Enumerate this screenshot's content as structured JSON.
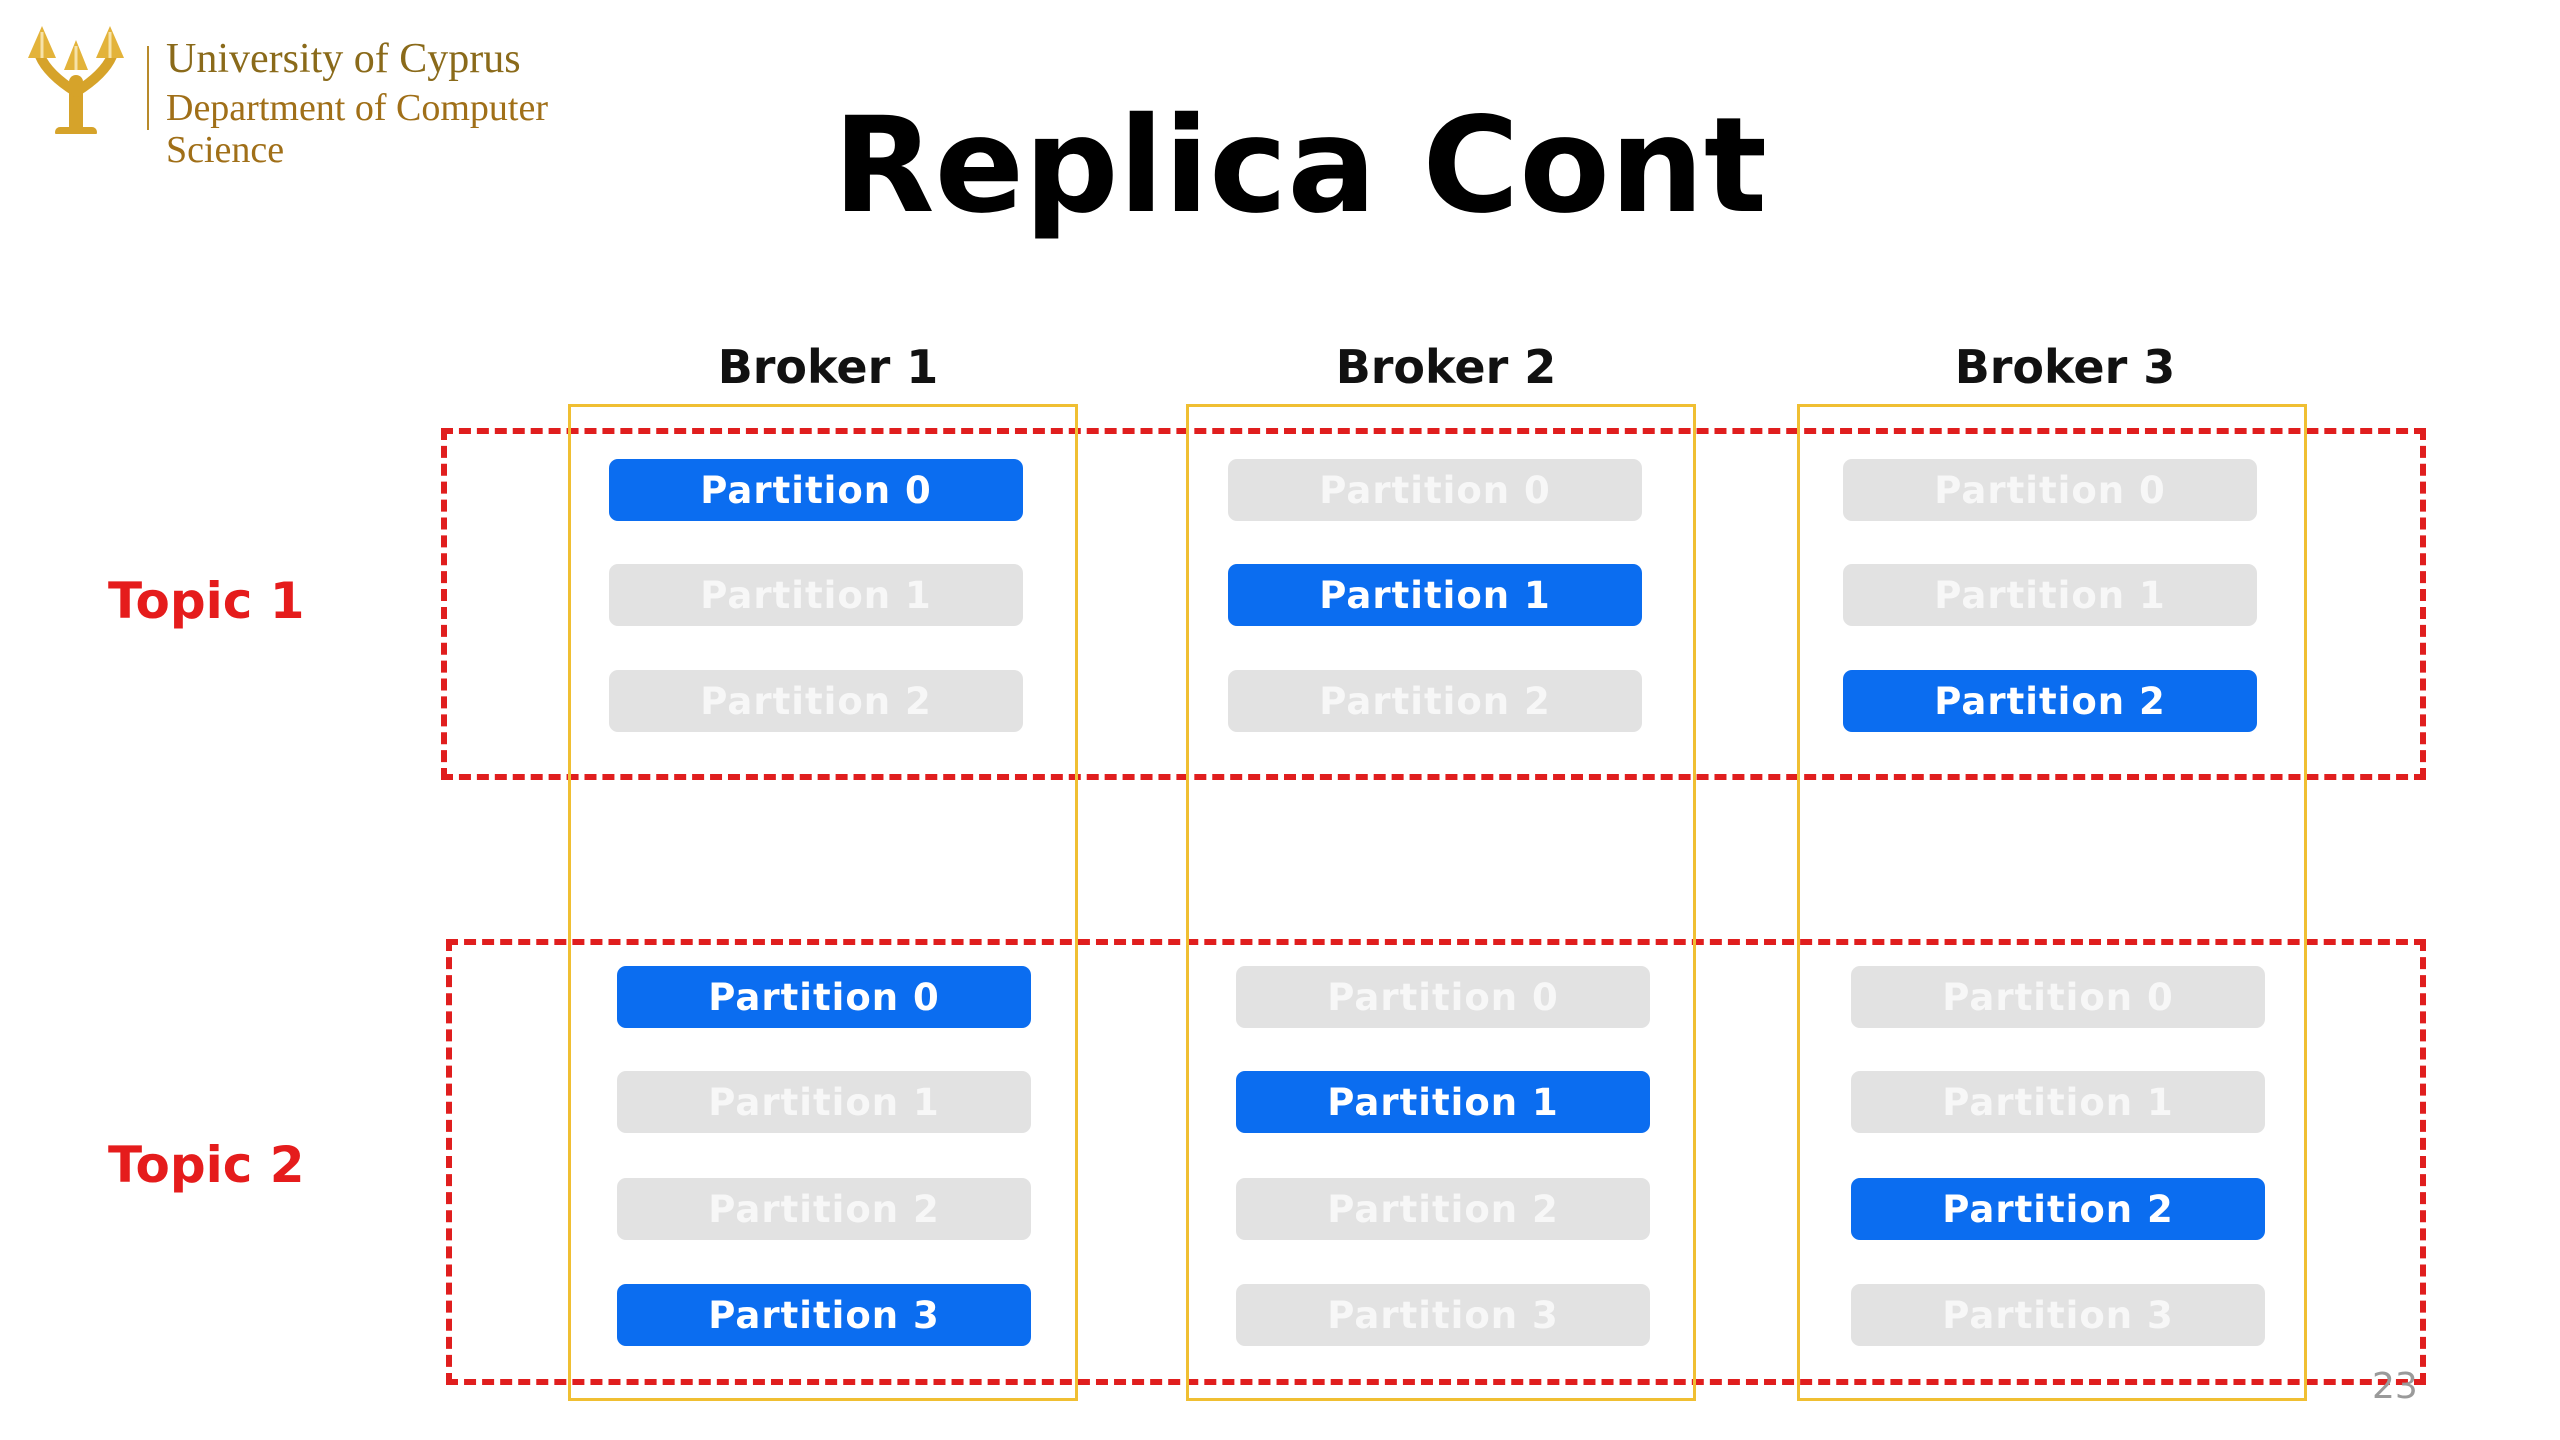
{
  "header": {
    "logo_line1": "University of Cyprus",
    "logo_line2": "Department of Computer Science"
  },
  "title": "Replica Cont",
  "brokers": [
    "Broker 1",
    "Broker 2",
    "Broker 3"
  ],
  "topics": [
    {
      "label": "Topic 1",
      "columns": [
        [
          {
            "label": "Partition 0",
            "leader": true
          },
          {
            "label": "Partition 1",
            "leader": false
          },
          {
            "label": "Partition 2",
            "leader": false
          }
        ],
        [
          {
            "label": "Partition 0",
            "leader": false
          },
          {
            "label": "Partition 1",
            "leader": true
          },
          {
            "label": "Partition 2",
            "leader": false
          }
        ],
        [
          {
            "label": "Partition 0",
            "leader": false
          },
          {
            "label": "Partition 1",
            "leader": false
          },
          {
            "label": "Partition 2",
            "leader": true
          }
        ]
      ]
    },
    {
      "label": "Topic 2",
      "columns": [
        [
          {
            "label": "Partition 0",
            "leader": true
          },
          {
            "label": "Partition 1",
            "leader": false
          },
          {
            "label": "Partition 2",
            "leader": false
          },
          {
            "label": "Partition 3",
            "leader": true
          }
        ],
        [
          {
            "label": "Partition 0",
            "leader": false
          },
          {
            "label": "Partition 1",
            "leader": true
          },
          {
            "label": "Partition 2",
            "leader": false
          },
          {
            "label": "Partition 3",
            "leader": false
          }
        ],
        [
          {
            "label": "Partition 0",
            "leader": false
          },
          {
            "label": "Partition 1",
            "leader": false
          },
          {
            "label": "Partition 2",
            "leader": true
          },
          {
            "label": "Partition 3",
            "leader": false
          }
        ]
      ]
    }
  ],
  "slide_number": "23",
  "colors": {
    "leader": "#0b6df0",
    "follower": "#e2e2e2",
    "topic_border": "#e01e1e",
    "broker_border": "#f0bf32",
    "logo": "#a06f18"
  }
}
